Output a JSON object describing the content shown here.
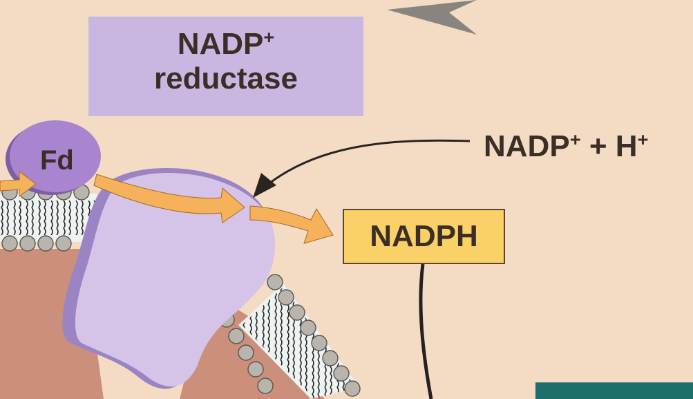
{
  "enzyme": {
    "title": "NADP",
    "title_sup": "+",
    "subtitle": "reductase"
  },
  "reactant": {
    "part1": "NADP",
    "sup1": "+",
    "plus": " + H",
    "sup2": "+"
  },
  "product": {
    "label": "NADPH"
  },
  "ferredoxin": {
    "label": "Fd"
  },
  "colors": {
    "background": "#f4dcc4",
    "enzyme_purple": "#c9b7e2",
    "protein_purple": "#d5c4e8",
    "protein_dark": "#9a84c4",
    "fd_purple": "#a985cf",
    "electron_arrow": "#f6b25a",
    "stroma": "#cc8f7b",
    "nadph_yellow": "#fad166",
    "teal_bar": "#1b6e6b"
  }
}
